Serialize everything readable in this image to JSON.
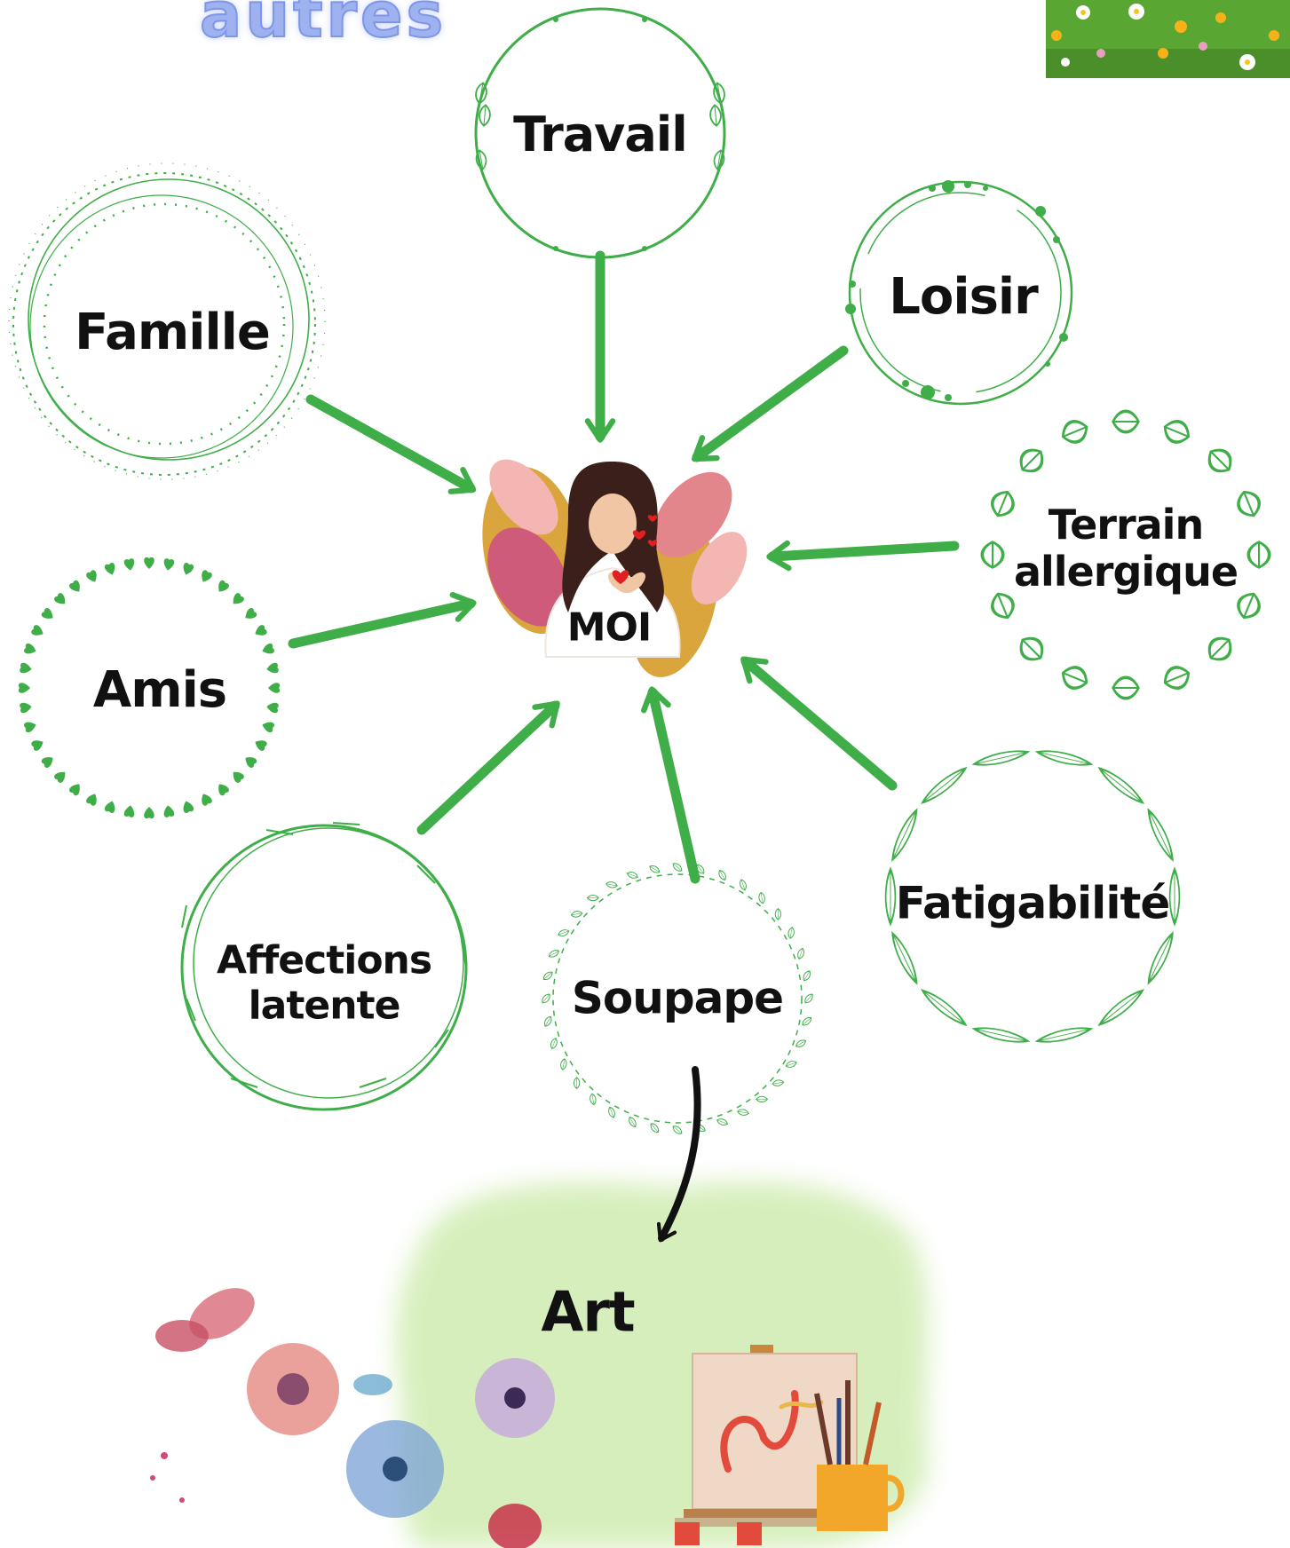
{
  "header": {
    "title_partial": "autres"
  },
  "center": {
    "label": "MOI"
  },
  "nodes": {
    "travail": "Travail",
    "loisir": "Loisir",
    "famille": "Famille",
    "terrain": [
      "Terrain",
      "allergique"
    ],
    "amis": "Amis",
    "fatigabilite": "Fatigabilité",
    "affections": [
      "Affections",
      "latente"
    ],
    "soupape": "Soupape",
    "art": "Art"
  },
  "colors": {
    "arrow_green": "#3fae49",
    "wreath_green": "#3fae49",
    "light_green": "#c9e9a6",
    "title_blue": "#9fb2f0",
    "text": "#111111"
  }
}
